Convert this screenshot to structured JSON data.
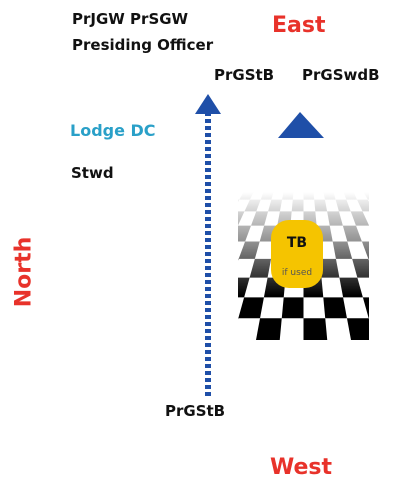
{
  "labels": {
    "prjgw_prsgw": "PrJGW  PrSGW",
    "presiding_officer": "Presiding Officer",
    "east": "East",
    "prgstb_top": "PrGStB",
    "prgswdb": "PrGSwdB",
    "lodge_dc": "Lodge DC",
    "stwd": "Stwd",
    "north": "North",
    "tb": "TB",
    "tb_note": "if used",
    "prgstb_bottom": "PrGStB",
    "west": "West"
  },
  "colors": {
    "direction_red": "#e8322a",
    "dc_teal": "#2aa0c8",
    "marker_blue": "#1f4fa8",
    "tb_gold": "#f5c400"
  },
  "icons": {
    "path_arrow": "dotted-up-arrow-icon",
    "east_triangle": "triangle-icon",
    "floor": "checkered-floor-icon"
  }
}
